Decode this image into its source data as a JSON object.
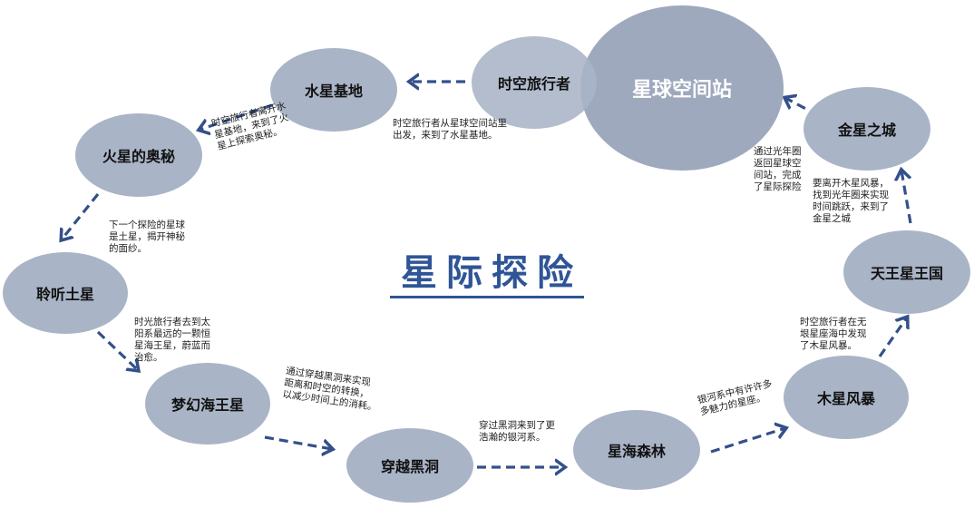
{
  "colors": {
    "node_fill": "#a9b4c7",
    "hub_fill": "#9ea9bd",
    "arrow": "#33508a",
    "title": "#2f5597"
  },
  "title": "星际探险",
  "nodes": {
    "station": "星球空间站",
    "time_traveler": "时空旅行者",
    "mercury": "水星基地",
    "mars": "火星的奥秘",
    "saturn": "聆听土星",
    "neptune": "梦幻海王星",
    "blackhole": "穿越黑洞",
    "galaxy": "星海森林",
    "jupiter": "木星风暴",
    "uranus": "天王星王国",
    "venus": "金星之城"
  },
  "notes": {
    "to_mercury": [
      "时空旅行者从星球空间站里",
      "出发，来到了水星基地。"
    ],
    "to_mars": [
      "时空旅行者离开水",
      "星基地，来到了火",
      "星上探索奥秘。"
    ],
    "to_saturn": [
      "下一个探险的星球",
      "是土星，揭开神秘",
      "的面纱。"
    ],
    "to_neptune": [
      "时光旅行者去到太",
      "阳系最远的一颗恒",
      "星海王星，蔚蓝而",
      "治愈。"
    ],
    "to_blackhole": [
      "通过穿越黑洞来实现",
      "距离和时空的转换，",
      "以减少时间上的消耗。"
    ],
    "to_galaxy": [
      "穿过黑洞来到了更",
      "浩瀚的银河系。"
    ],
    "to_jupiter": [
      "银河系中有许许多",
      "多魅力的星座。"
    ],
    "to_uranus": [
      "时空旅行者在无",
      "垠星座海中发现",
      "了木星风暴。"
    ],
    "to_venus": [
      "要离开木星风暴，",
      "找到光年圈来实现",
      "时间跳跃，来到了",
      "金星之城"
    ],
    "to_station": [
      "通过光年圈",
      "返回星球空",
      "间站，完成",
      "了星际探险"
    ]
  }
}
